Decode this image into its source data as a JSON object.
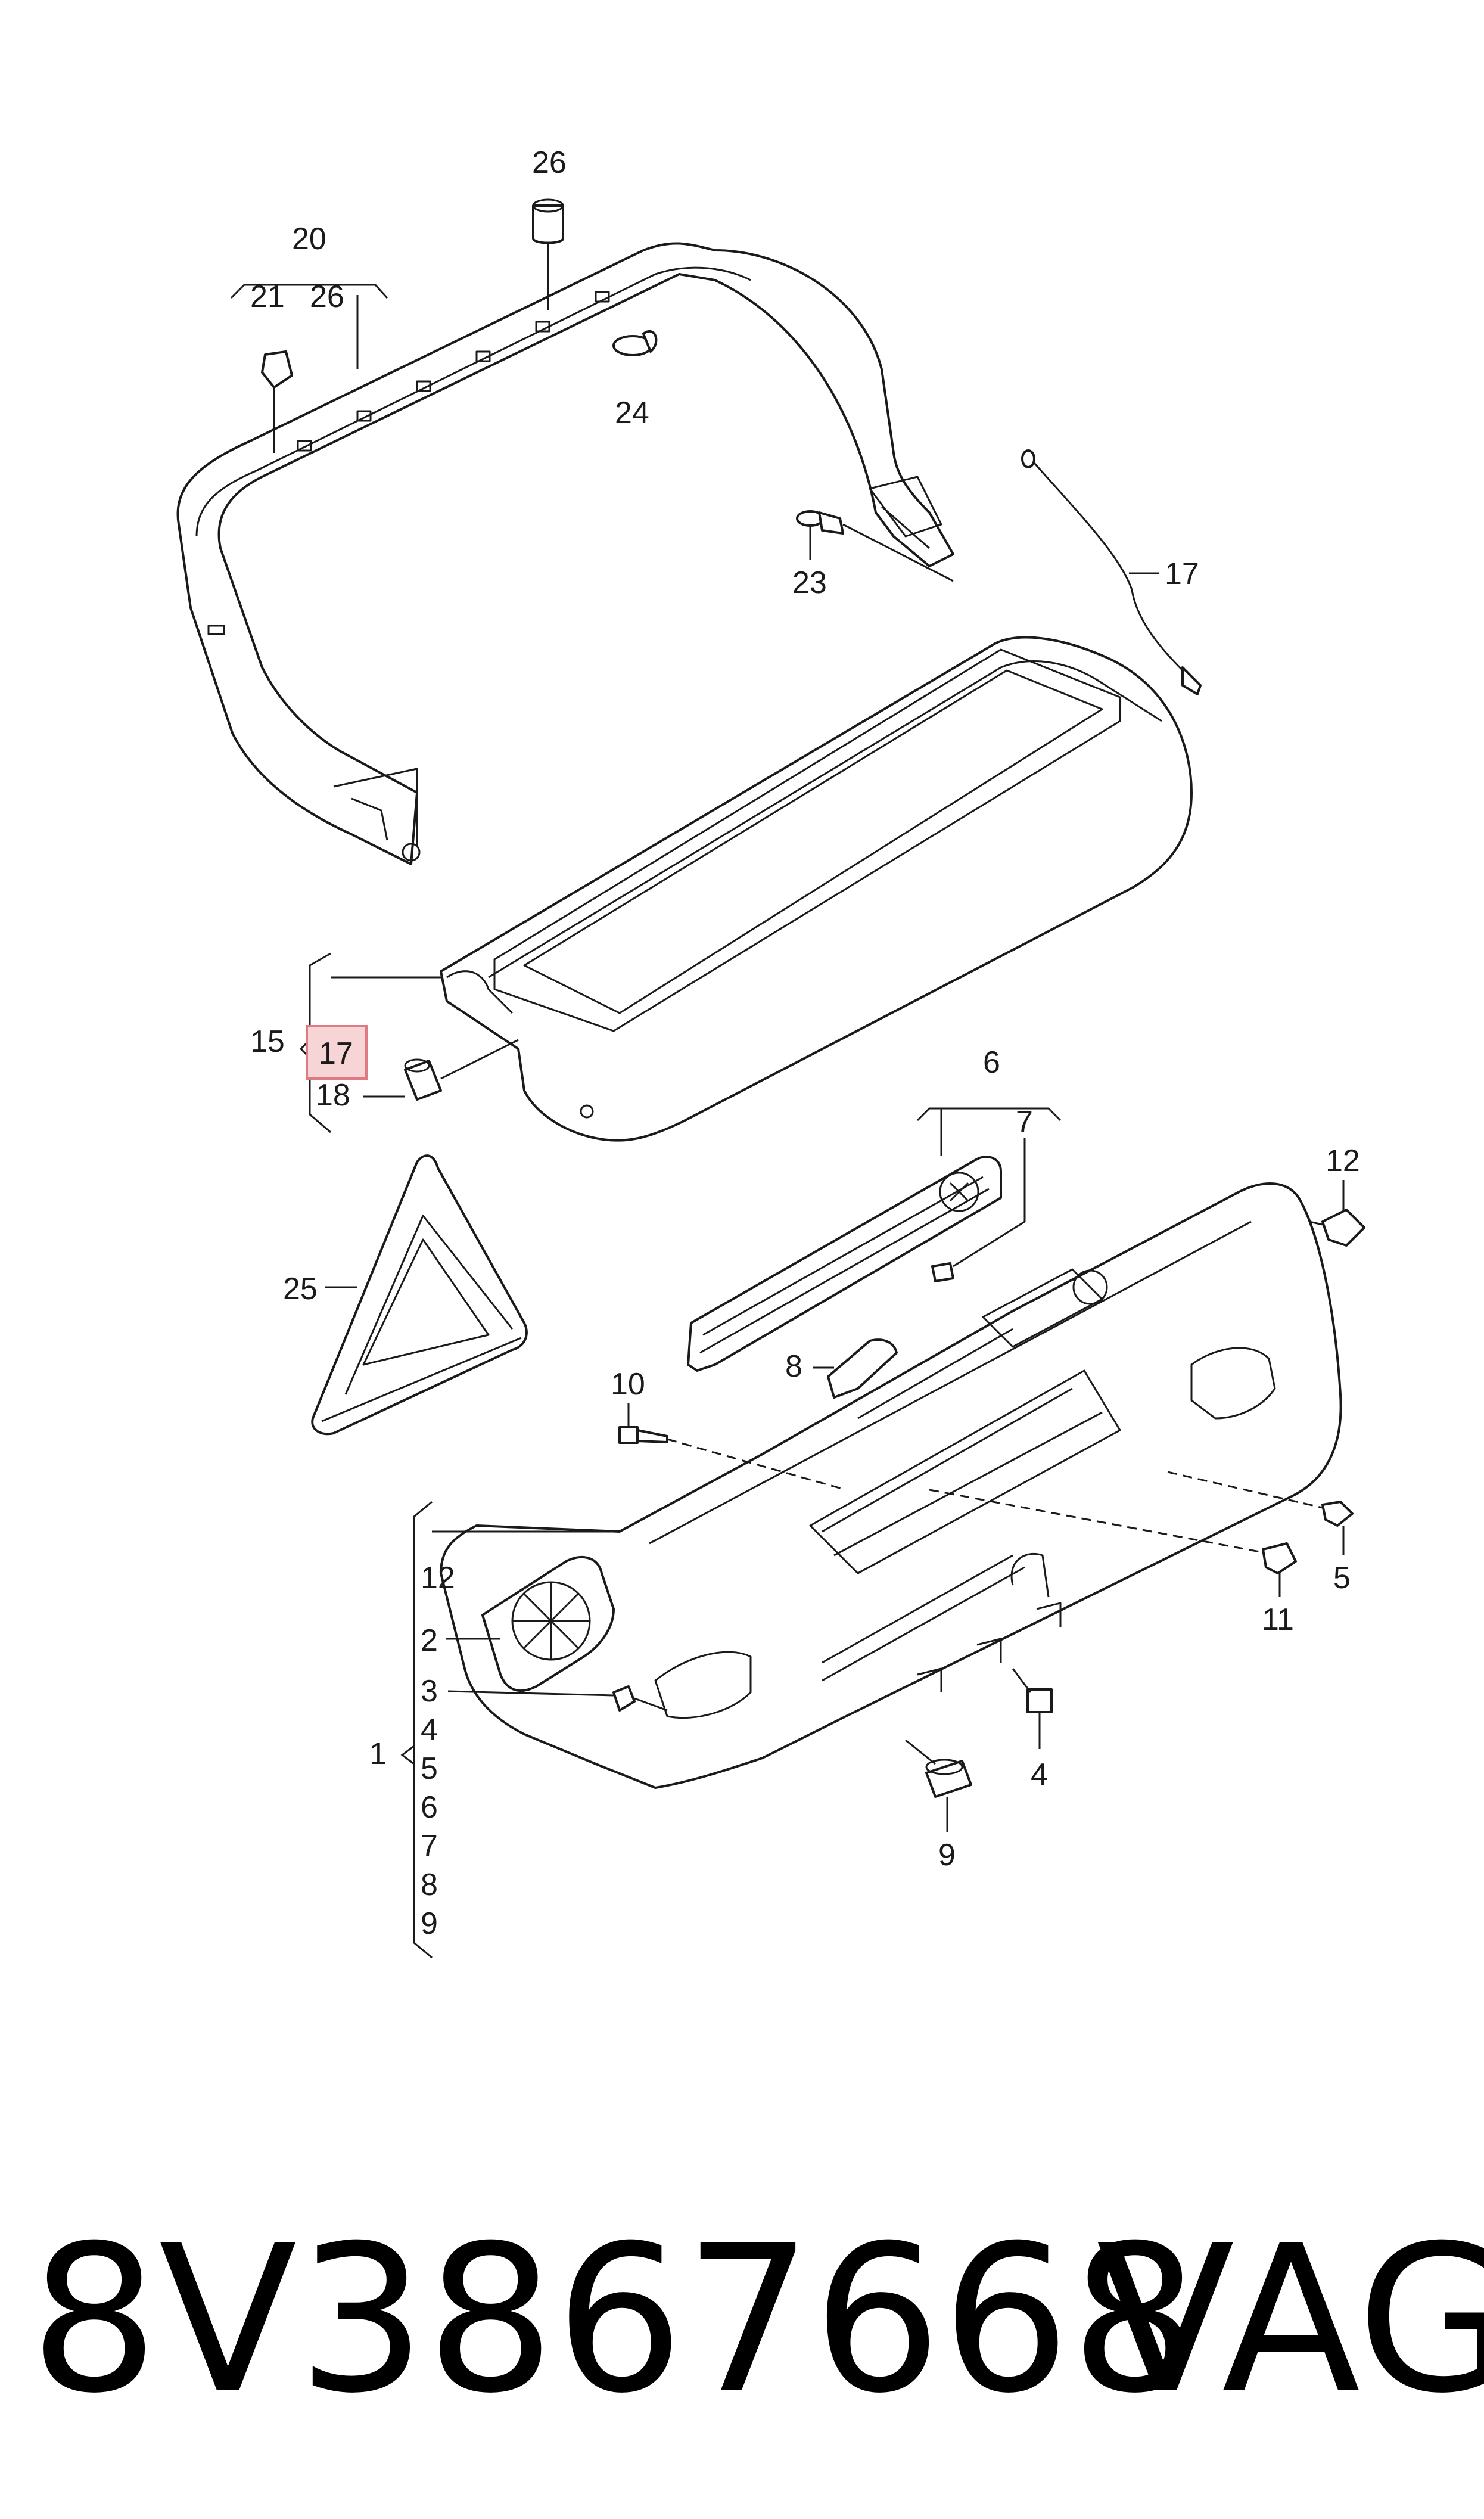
{
  "callouts": {
    "c26_top": "26",
    "c20": "20",
    "c21": "21",
    "c26_sub": "26",
    "c24": "24",
    "c23": "23",
    "c17_cable": "17",
    "c15": "15",
    "c17_highlight": "17",
    "c18": "18",
    "c6": "6",
    "c7": "7",
    "c12_top": "12",
    "c25": "25",
    "c8": "8",
    "c10": "10",
    "c5": "5",
    "c11": "11",
    "c12_list": "12",
    "c2": "2",
    "c3": "3",
    "c4_list": "4",
    "c5_list": "5",
    "c6_list": "6",
    "c7_list": "7",
    "c8_list": "8",
    "c9_list": "9",
    "c1": "1",
    "c4_clip": "4",
    "c9_bottom": "9"
  },
  "footer": {
    "part_number": "8V3867668",
    "brand": "VAG"
  },
  "colors": {
    "line": "#1a1a1a",
    "highlight_fill": "#f7d4d6",
    "highlight_stroke": "#e07a82"
  }
}
